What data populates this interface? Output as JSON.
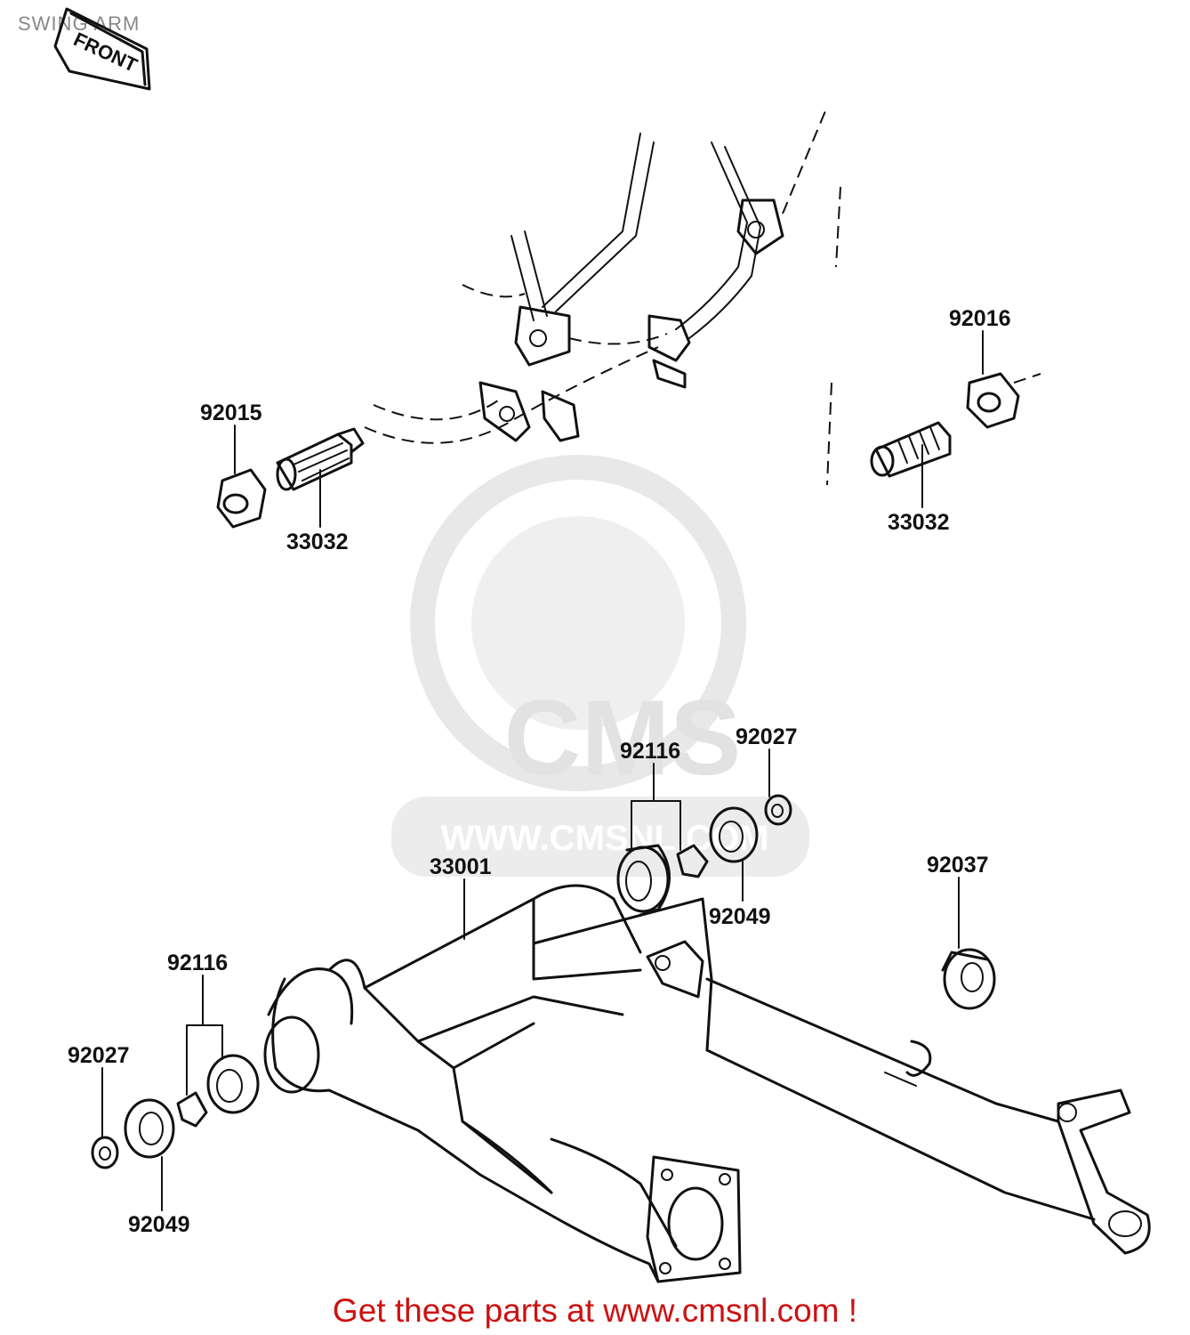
{
  "diagram": {
    "title": "SWING ARM",
    "front_label": "FRONT",
    "watermark_text": "CMS",
    "watermark_url": "WWW.CMSNL.COM",
    "colors": {
      "ink": "#111111",
      "footer": "#cc1111",
      "title": "#888888",
      "watermark": "#e6e6e6"
    }
  },
  "callouts": {
    "c92015_left": "92015",
    "c33032_left": "33032",
    "c92016_right": "92016",
    "c33032_right": "33032",
    "c33001": "33001",
    "c92116_top": "92116",
    "c92027_top": "92027",
    "c92049_top": "92049",
    "c92037": "92037",
    "c92116_left": "92116",
    "c92027_left": "92027",
    "c92049_left": "92049"
  },
  "footer": {
    "text": "Get these parts at www.cmsnl.com !"
  }
}
